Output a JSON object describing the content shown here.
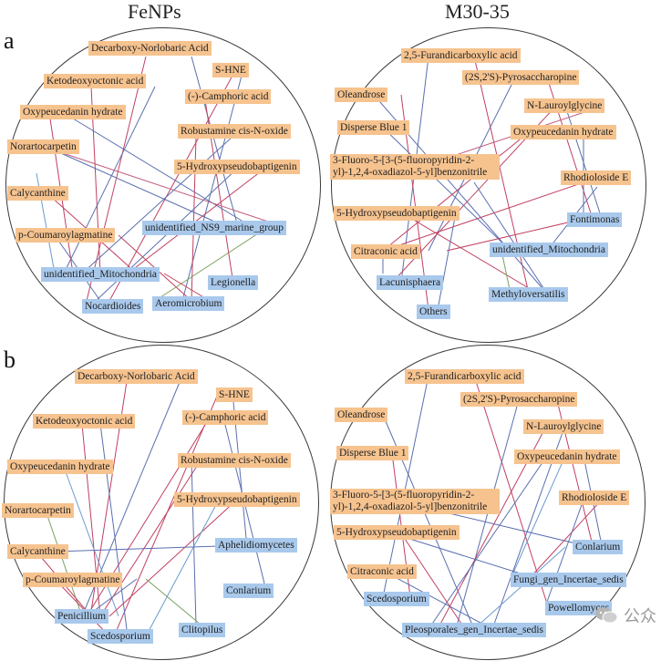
{
  "headers": {
    "left": "FeNPs",
    "right": "M30-35"
  },
  "panels": {
    "a": "a",
    "b": "b"
  },
  "colors": {
    "metabolite": "#f6c38f",
    "microbe": "#a9c9ec"
  },
  "watermark": {
    "text": "公众",
    "icon": "wechat-icon"
  },
  "a_left": {
    "metabolites": [
      "Decarboxy-Norlobaric Acid",
      "S-HNE",
      "Ketodeoxyoctonic acid",
      "(-)-Camphoric acid",
      "Oxypeucedanin hydrate",
      "Robustamine cis-N-oxide",
      "Norartocarpetin",
      "5-Hydroxypseudobaptigenin",
      "Calycanthine",
      "p-Coumaroylagmatine"
    ],
    "microbes": [
      "unidentified_NS9_marine_group",
      "unidentified_Mitochondria",
      "Legionella",
      "Nocardioides",
      "Aeromicrobium"
    ]
  },
  "a_right": {
    "metabolites": [
      "2,5-Furandicarboxylic acid",
      "(2S,2'S)-Pyrosaccharopine",
      "Oleandrose",
      "N-Lauroylglycine",
      "Disperse Blue 1",
      "Oxypeucedanin hydrate",
      "3-Fluoro-5-[3-(5-fluoropyridin-2-yl)-1,2,4-oxadiazol-5-yl]benzonitrile",
      "Rhodioloside E",
      "5-Hydroxypseudobaptigenin",
      "Citraconic acid"
    ],
    "microbes": [
      "Fontimonas",
      "unidentified_Mitochondria",
      "Lacunisphaera",
      "Methyloversatilis",
      "Others"
    ]
  },
  "b_left": {
    "metabolites": [
      "Decarboxy-Norlobaric Acid",
      "S-HNE",
      "Ketodeoxyoctonic acid",
      "(-)-Camphoric acid",
      "Oxypeucedanin hydrate",
      "Robustamine cis-N-oxide",
      "Norartocarpetin",
      "5-Hydroxypseudobaptigenin",
      "Calycanthine",
      "p-Coumaroylagmatine"
    ],
    "microbes": [
      "Aphelidiomycetes",
      "Conlarium",
      "Penicillium",
      "Scedosporium",
      "Clitopilus"
    ]
  },
  "b_right": {
    "metabolites": [
      "2,5-Furandicarboxylic acid",
      "(2S,2'S)-Pyrosaccharopine",
      "Oleandrose",
      "N-Lauroylglycine",
      "Disperse Blue 1",
      "Oxypeucedanin hydrate",
      "3-Fluoro-5-[3-(5-fluoropyridin-2-yl)-1,2,4-oxadiazol-5-yl]benzonitrile",
      "Rhodioloside E",
      "5-Hydroxypseudobaptigenin",
      "Citraconic acid"
    ],
    "microbes": [
      "Conlarium",
      "Fungi_gen_Incertae_sedis",
      "Scedosporium",
      "Powellomyces",
      "Pleosporales_gen_Incertae_sedis"
    ]
  }
}
